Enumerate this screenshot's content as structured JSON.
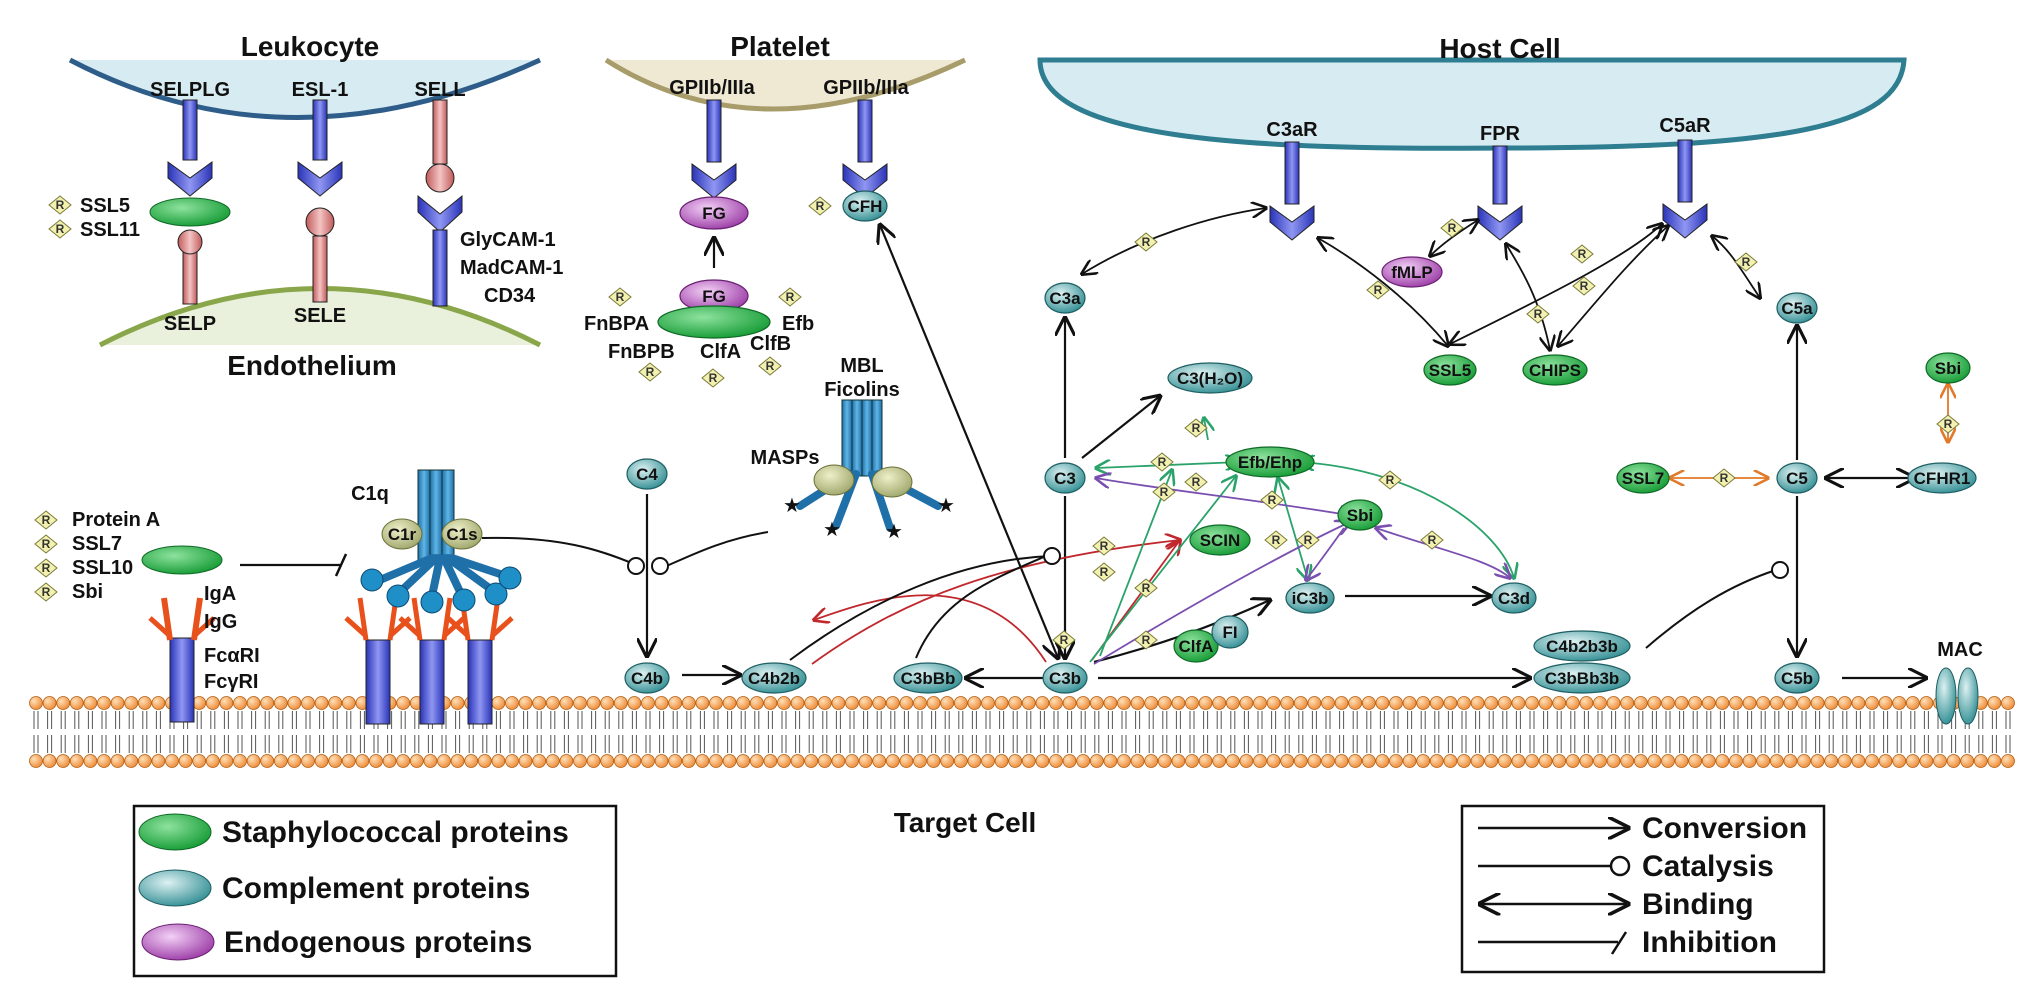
{
  "titles": {
    "leukocyte": "Leukocyte",
    "platelet": "Platelet",
    "host_cell": "Host Cell",
    "endothelium": "Endothelium",
    "target_cell": "Target Cell"
  },
  "colors": {
    "staph_green": "#22b14c",
    "complement_teal": "#5aa6aa",
    "endogenous_purple": "#b05ab8",
    "receptor_blue": "#4a54d8",
    "membrane_orange": "#f59a4a",
    "cell_blue_fill": "#d7ecf2",
    "cell_tan_fill": "#efe9d4",
    "endothelium_fill": "#e9f0dc",
    "arrow_red": "#c0282d",
    "arrow_green": "#2aa36a",
    "arrow_purple": "#7a4fb0",
    "arrow_orange": "#e07a2a"
  },
  "leukocyte_labels": {
    "selplg": "SELPLG",
    "esl1": "ESL-1",
    "sell": "SELL",
    "ssl5": "SSL5",
    "ssl11": "SSL11",
    "selp": "SELP",
    "sele": "SELE",
    "glycam": "GlyCAM-1",
    "madcam": "MadCAM-1",
    "cd34": "CD34"
  },
  "platelet_labels": {
    "gpiib1": "GPIIb/IIIa",
    "gpiib2": "GPIIb/IIIa",
    "fg_top": "FG",
    "fg_bottom": "FG",
    "cfh": "CFH",
    "fnbpa": "FnBPA",
    "fnbpb": "FnBPB",
    "clfa": "ClfA",
    "clfb": "ClfB",
    "efb": "Efb"
  },
  "host_labels": {
    "c3ar": "C3aR",
    "fpr": "FPR",
    "c5ar": "C5aR",
    "fmlp": "fMLP",
    "ssl5": "SSL5",
    "chips": "CHIPS"
  },
  "complement_labels": {
    "c3a": "C3a",
    "c3h2o": "C3(H₂O)",
    "c3": "C3",
    "efb_ehp": "Efb/Ehp",
    "sbi_mid": "Sbi",
    "scin": "SCIN",
    "ic3b": "iC3b",
    "c3d": "C3d",
    "clfa": "ClfA",
    "fi": "FI",
    "c4": "C4",
    "c4b": "C4b",
    "c4b2b": "C4b2b",
    "c3bbb": "C3bBb",
    "c3b": "C3b",
    "c4b2b3b": "C4b2b3b",
    "c3bbb3b": "C3bBb3b",
    "c5a": "C5a",
    "sbi_right": "Sbi",
    "ssl7": "SSL7",
    "c5": "C5",
    "cfhr1": "CFHR1",
    "c5b": "C5b",
    "mac": "MAC",
    "mbl": "MBL",
    "ficolins": "Ficolins",
    "masps": "MASPs",
    "c1q": "C1q",
    "c1r": "C1r",
    "c1s": "C1s"
  },
  "antibody_labels": {
    "protein_a": "Protein A",
    "ssl7": "SSL7",
    "ssl10": "SSL10",
    "sbi": "Sbi",
    "iga": "IgA",
    "igg": "IgG",
    "fcar": "FcαRI",
    "fcgr": "FcγRI"
  },
  "regulator_mark": "R",
  "legend_left": {
    "staph": "Staphylococcal proteins",
    "complement": "Complement proteins",
    "endogenous": "Endogenous proteins"
  },
  "legend_right": {
    "conversion": "Conversion",
    "catalysis": "Catalysis",
    "binding": "Binding",
    "inhibition": "Inhibition"
  }
}
